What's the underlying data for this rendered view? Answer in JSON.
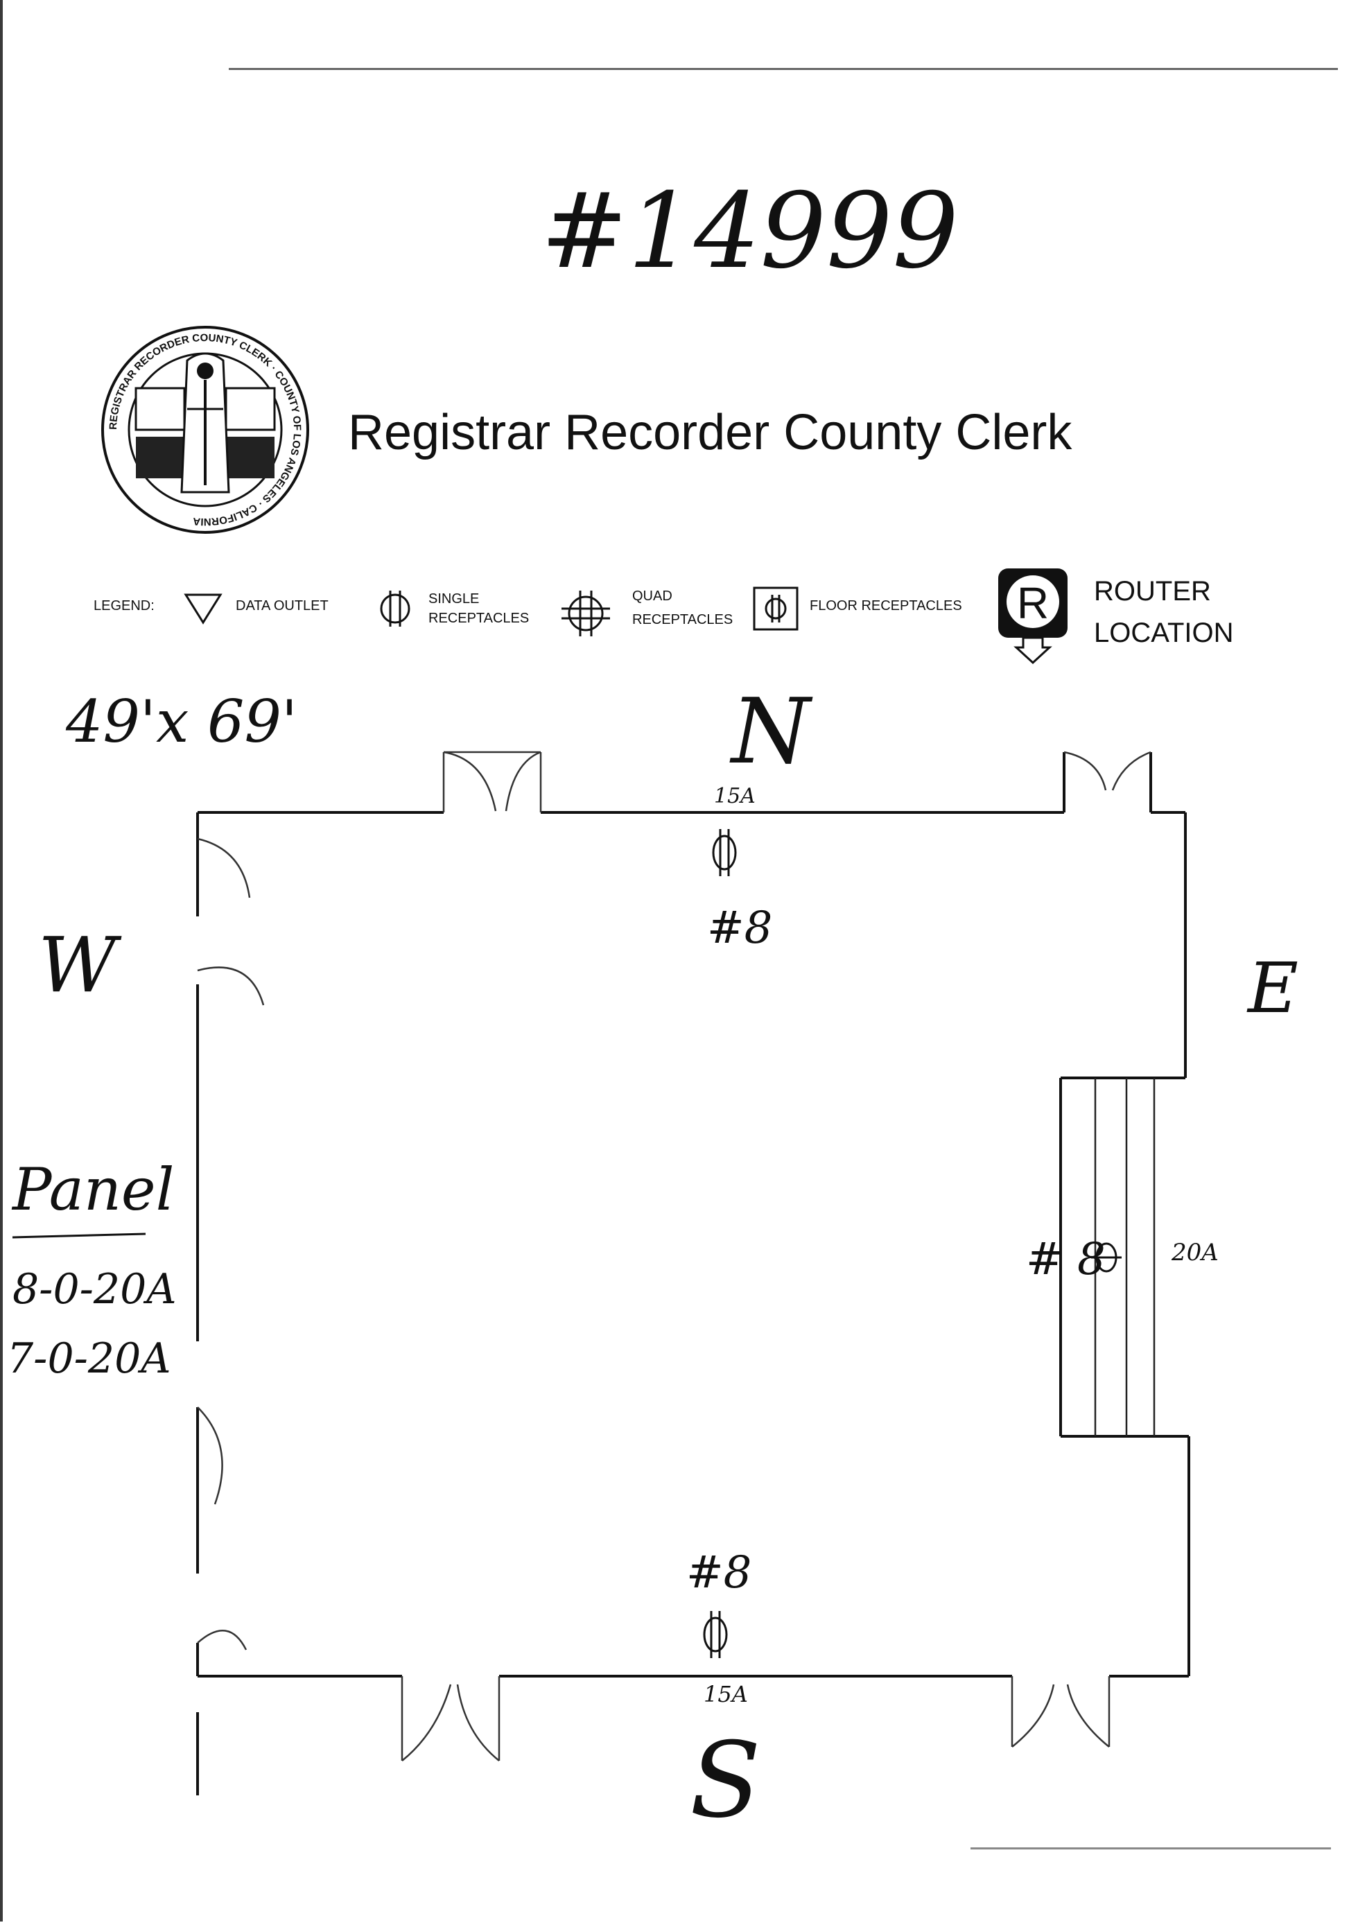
{
  "document": {
    "file_number": "#14999",
    "header_title": "Registrar Recorder County Clerk",
    "seal_ring_text": "REGISTRAR RECORDER COUNTY CLERK · COUNTY OF LOS ANGELES · CALIFORNIA"
  },
  "legend": {
    "label": "LEGEND:",
    "items": [
      {
        "icon": "data-outlet-triangle-icon",
        "text": "DATA OUTLET"
      },
      {
        "icon": "single-receptacle-icon",
        "line1": "SINGLE",
        "line2": "RECEPTACLES"
      },
      {
        "icon": "quad-receptacle-icon",
        "line1": "QUAD",
        "line2": "RECEPTACLES"
      },
      {
        "icon": "floor-receptacle-icon",
        "text": "FLOOR RECEPTACLES"
      }
    ],
    "router": {
      "icon_letter": "R",
      "line1": "ROUTER",
      "line2": "LOCATION"
    }
  },
  "annotations": {
    "dimensions": "49'x 69'",
    "north": "N",
    "south": "S",
    "west": "W",
    "east": "E",
    "north_amp": "15A",
    "north_circuit": "#8",
    "south_circuit": "#8",
    "south_amp": "15A",
    "east_circuit": "# 8",
    "east_amp": "20A",
    "panel_label": "Panel",
    "panel_line1": "8-0-20A",
    "panel_line2": "7-0-20A"
  }
}
